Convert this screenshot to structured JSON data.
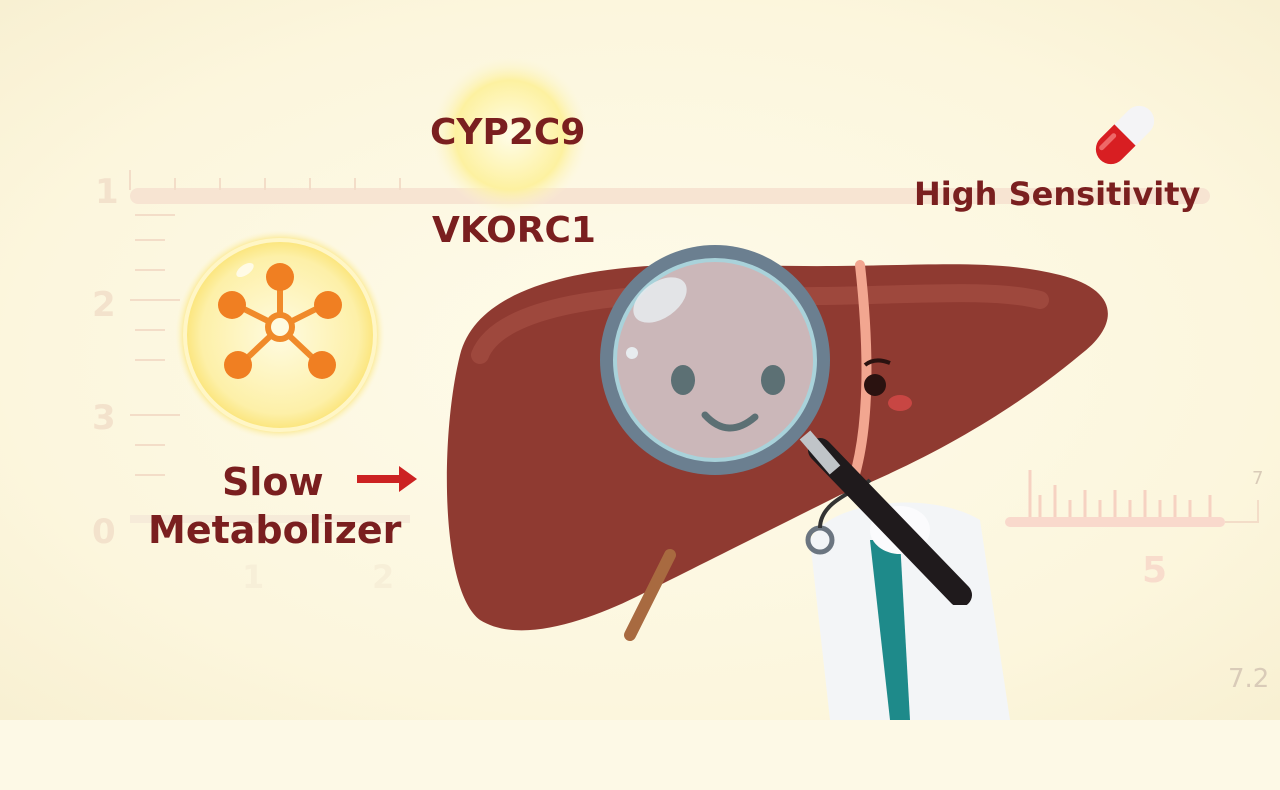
{
  "labels": {
    "gene1": "CYP2C9",
    "gene2": "VKORC1",
    "sensitivity": "High Sensitivity",
    "metabolizer_line1": "Slow",
    "metabolizer_line2": "Metabolizer"
  },
  "background_scale": {
    "left_ticks": [
      "1",
      "2",
      "3",
      "0"
    ],
    "bottom_ticks": [
      "1",
      "2",
      "5"
    ],
    "right_small": "7",
    "corner_value": "7.2"
  },
  "colors": {
    "text": "#7a1f1f",
    "liver": "#8f3a31",
    "molecule": "#f07f22",
    "pill_red": "#d81e22",
    "arrow": "#cc2222",
    "background": "#fdf9e6"
  }
}
